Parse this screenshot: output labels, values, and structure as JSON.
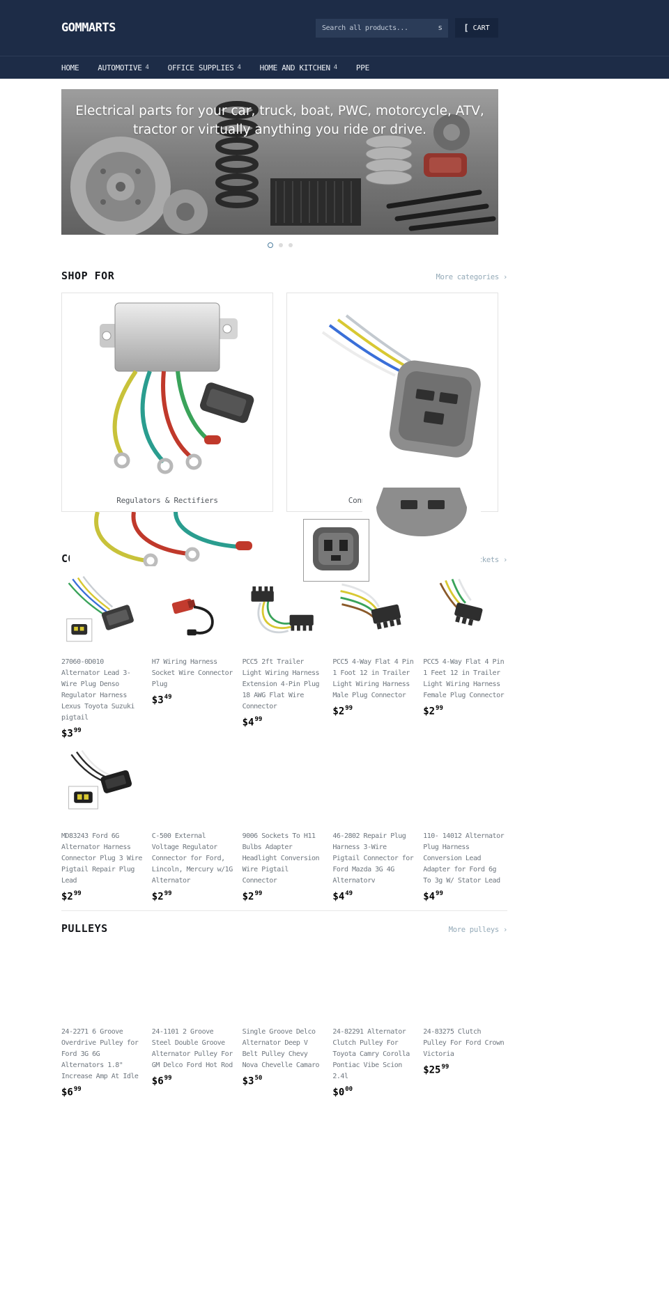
{
  "colors": {
    "header_bg": "#1d2c47",
    "search_bg": "#2b3c58",
    "cart_bg": "#16243d",
    "link": "#93a9b7",
    "product_title_text": "#6e767e",
    "price_text": "#000000",
    "active_dot_ring": "#4c7d9e"
  },
  "header": {
    "logo": "GOMMARTS",
    "search": {
      "placeholder": "Search all products...",
      "icon_glyph": "s"
    },
    "cart": {
      "icon_glyph": "[",
      "label": "CART"
    },
    "nav": [
      {
        "label": "HOME",
        "caret": ""
      },
      {
        "label": "AUTOMOTIVE",
        "caret": "4"
      },
      {
        "label": "OFFICE SUPPLIES",
        "caret": "4"
      },
      {
        "label": "HOME AND KITCHEN",
        "caret": "4"
      },
      {
        "label": "PPE",
        "caret": ""
      }
    ]
  },
  "hero": {
    "heading_line1": "Electrical parts for your car, truck, boat, PWC, motorcycle, ATV,",
    "heading_line2": "tractor or virtually anything you ride or drive.",
    "slide_count": 3,
    "active_slide": 1
  },
  "shop_for": {
    "title": "SHOP FOR",
    "link_label": "More categories ›",
    "categories": [
      {
        "label": "Regulators & Rectifiers"
      },
      {
        "label": "Connectors & Sockets"
      }
    ]
  },
  "connectors": {
    "title": "CONNECTORS & SOCKETS",
    "link_label": "More connectors & sockets ›",
    "products": [
      {
        "title": "27060-0D010 Alternator Lead 3-Wire Plug Denso Regulator Harness Lexus Toyota Suzuki pigtail",
        "price_dollars": "$3",
        "price_cents": "99"
      },
      {
        "title": "H7 Wiring Harness Socket Wire Connector Plug",
        "price_dollars": "$3",
        "price_cents": "49"
      },
      {
        "title": "PCC5 2ft Trailer Light Wiring Harness Extension 4-Pin Plug 18 AWG Flat Wire Connector",
        "price_dollars": "$4",
        "price_cents": "99"
      },
      {
        "title": "PCC5 4-Way Flat 4 Pin 1 Foot 12 in Trailer Light Wiring Harness Male Plug Connector",
        "price_dollars": "$2",
        "price_cents": "99"
      },
      {
        "title": "PCC5 4-Way Flat 4 Pin 1 Feet 12 in Trailer Light Wiring Harness Female Plug Connector",
        "price_dollars": "$2",
        "price_cents": "99"
      },
      {
        "title": "MD83243 Ford 6G Alternator Harness Connector Plug 3 Wire Pigtail Repair Plug Lead",
        "price_dollars": "$2",
        "price_cents": "99"
      },
      {
        "title": "C-500 External Voltage Regulator Connector for Ford, Lincoln, Mercury w/1G Alternator",
        "price_dollars": "$2",
        "price_cents": "99"
      },
      {
        "title": "9006 Sockets To H11 Bulbs Adapter Headlight Conversion Wire Pigtail Connector",
        "price_dollars": "$2",
        "price_cents": "99"
      },
      {
        "title": "46-2802 Repair Plug Harness 3-Wire Pigtail Connector for Ford Mazda 3G 4G Alternatorv",
        "price_dollars": "$4",
        "price_cents": "49"
      },
      {
        "title": "110- 14012 Alternator Plug Harness Conversion Lead Adapter for Ford 6g To 3g W/ Stator Lead",
        "price_dollars": "$4",
        "price_cents": "99"
      }
    ]
  },
  "pulleys": {
    "title": "PULLEYS",
    "link_label": "More pulleys ›",
    "products": [
      {
        "title": "24-2271 6 Groove Overdrive Pulley for Ford 3G 6G Alternators 1.8\" Increase Amp At Idle",
        "price_dollars": "$6",
        "price_cents": "99"
      },
      {
        "title": "24-1101 2 Groove Steel Double Groove Alternator Pulley For GM Delco Ford Hot Rod",
        "price_dollars": "$6",
        "price_cents": "99"
      },
      {
        "title": "Single Groove Delco Alternator Deep V Belt Pulley Chevy Nova Chevelle Camaro",
        "price_dollars": "$3",
        "price_cents": "50"
      },
      {
        "title": "24-82291 Alternator Clutch Pulley For Toyota Camry Corolla Pontiac Vibe Scion 2.4l",
        "price_dollars": "$0",
        "price_cents": "00"
      },
      {
        "title": "24-83275 Clutch Pulley For Ford Crown Victoria",
        "price_dollars": "$25",
        "price_cents": "99"
      }
    ]
  }
}
